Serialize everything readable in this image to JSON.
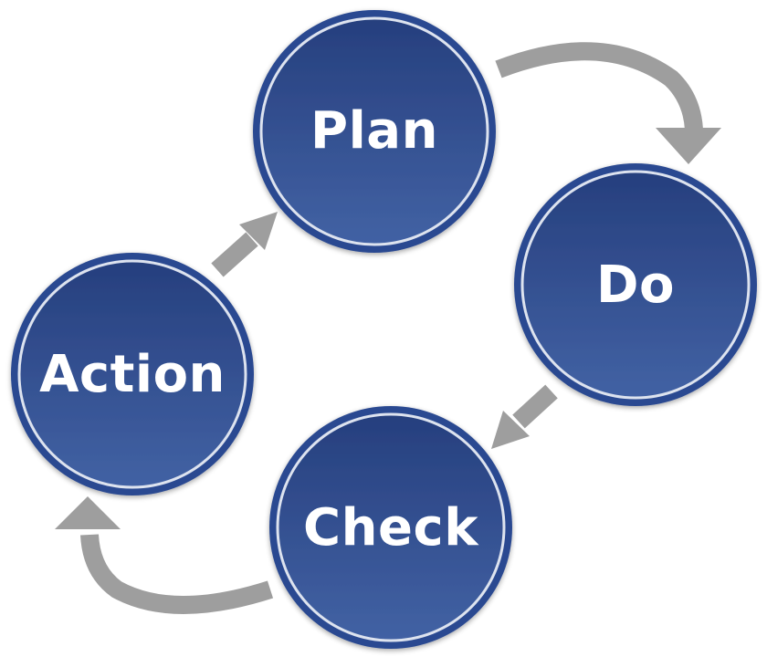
{
  "diagram": {
    "nodes": [
      {
        "id": "plan",
        "label": "Plan"
      },
      {
        "id": "do",
        "label": "Do"
      },
      {
        "id": "check",
        "label": "Check"
      },
      {
        "id": "action",
        "label": "Action"
      }
    ],
    "edges": [
      {
        "from": "plan",
        "to": "do"
      },
      {
        "from": "do",
        "to": "check"
      },
      {
        "from": "check",
        "to": "action"
      },
      {
        "from": "action",
        "to": "plan"
      }
    ],
    "colors": {
      "node_fill_top": "#263f7e",
      "node_fill_bottom": "#4262a4",
      "node_ring": "#2c4a91",
      "node_inner_ring": "#dde3ef",
      "arrow": "#9e9e9e",
      "label": "#ffffff"
    }
  }
}
